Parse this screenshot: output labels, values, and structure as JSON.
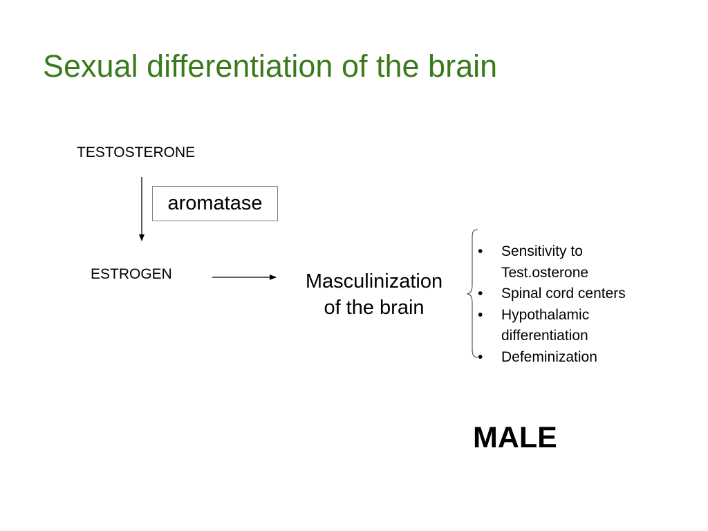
{
  "title": "Sexual differentiation of the brain",
  "nodes": {
    "testosterone": "TESTOSTERONE",
    "aromatase": "aromatase",
    "estrogen": "ESTROGEN",
    "masculinization_line1": "Masculinization",
    "masculinization_line2": "of the brain"
  },
  "bullets": [
    {
      "line1": "Sensitivity to",
      "line2": "Test.osterone"
    },
    {
      "line1": "Spinal cord centers",
      "line2": ""
    },
    {
      "line1": "Hypothalamic",
      "line2": "differentiation"
    },
    {
      "line1": "Defeminization",
      "line2": ""
    }
  ],
  "bullet_symbol": "•",
  "result": "MALE",
  "colors": {
    "title": "#3a7a1a",
    "text": "#000000",
    "box_border": "#808080",
    "bracket": "#555555"
  }
}
